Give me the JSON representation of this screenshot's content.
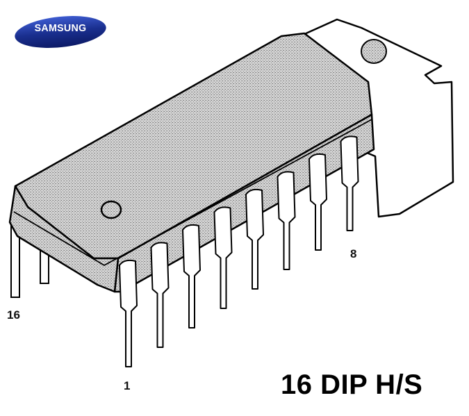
{
  "brand": {
    "logo_text": "SAMSUNG",
    "logo_color": "#1a2f8f"
  },
  "package": {
    "caption": "16 DIP H/S",
    "pin_count": 16
  },
  "pin_labels": {
    "pin1": "1",
    "pin8": "8",
    "pin16": "16"
  },
  "colors": {
    "body_fill": "#c9c9c9",
    "body_stipple": "#7a7a7a",
    "outline": "#000000",
    "heatsink_fill": "#ffffff"
  }
}
